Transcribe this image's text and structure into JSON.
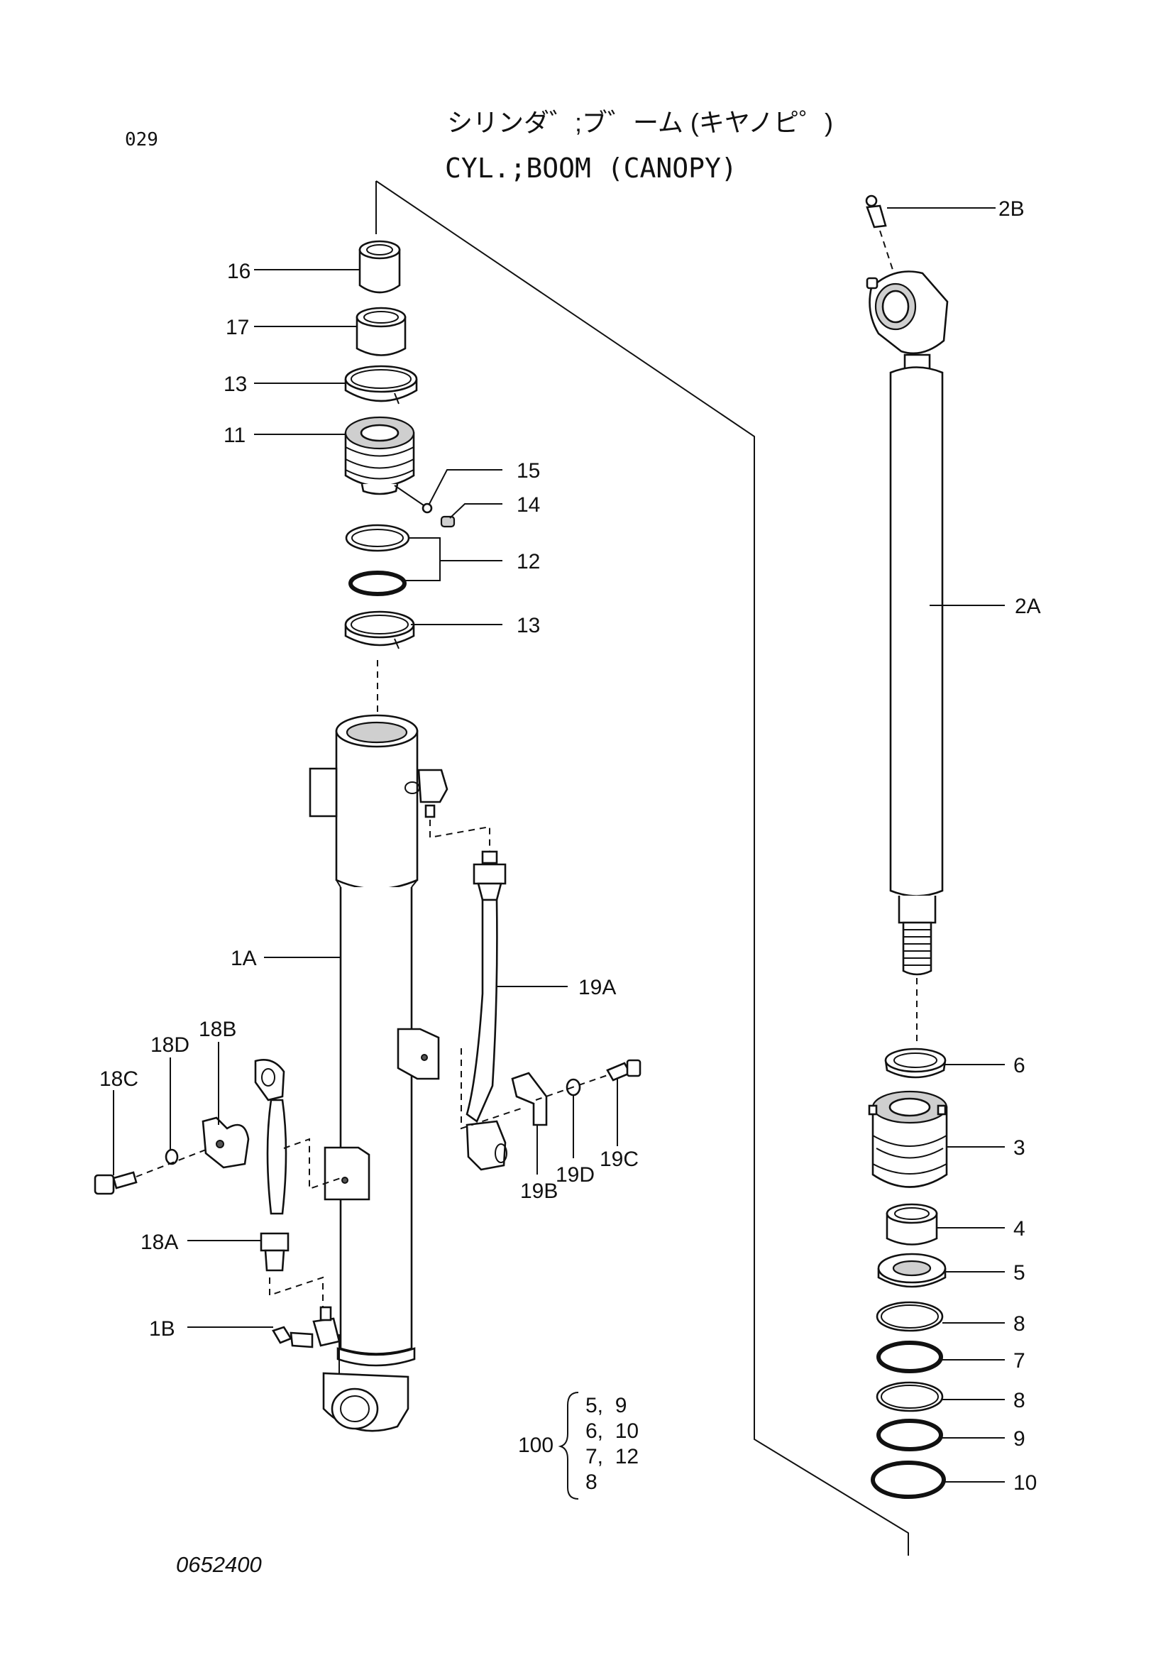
{
  "header": {
    "page_code": "029",
    "title_jp": "シリンダ゛;ブ゛ーム (キヤノピ゜)",
    "title_en": "CYL.;BOOM (CANOPY)"
  },
  "footer": {
    "drawing_number": "0652400"
  },
  "callouts": {
    "c16": "16",
    "c17": "17",
    "c13a": "13",
    "c11": "11",
    "c15": "15",
    "c14": "14",
    "c12": "12",
    "c13b": "13",
    "c1A": "1A",
    "c18B": "18B",
    "c18D": "18D",
    "c18C": "18C",
    "c18A": "18A",
    "c1B": "1B",
    "c19A": "19A",
    "c19B": "19B",
    "c19D": "19D",
    "c19C": "19C",
    "c2B": "2B",
    "c2A": "2A",
    "c6": "6",
    "c3": "3",
    "c4": "4",
    "c5": "5",
    "c8a": "8",
    "c7": "7",
    "c8b": "8",
    "c9": "9",
    "c10": "10"
  },
  "kit": {
    "number": "100",
    "rows": [
      "5,  9",
      "6,  10",
      "7,  12",
      "8"
    ]
  }
}
